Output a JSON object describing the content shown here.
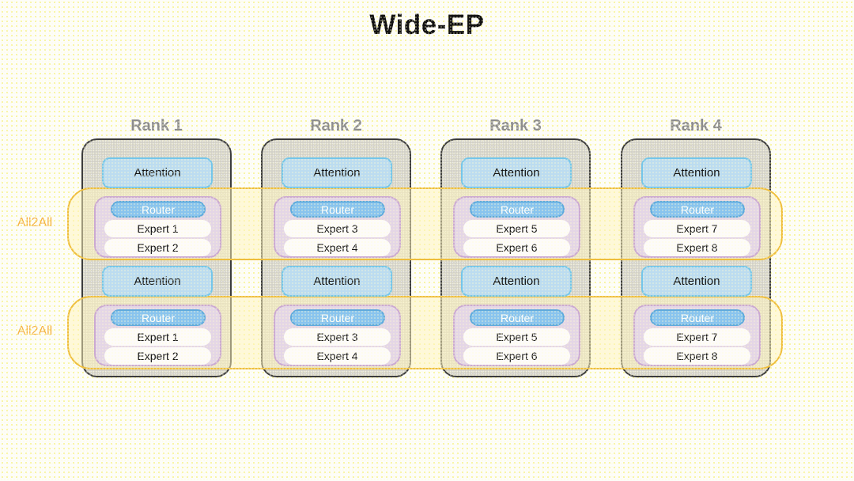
{
  "title": "Wide-EP",
  "labels": {
    "attention": "Attention",
    "router": "Router"
  },
  "bands": [
    {
      "label": "All2All"
    },
    {
      "label": "All2All"
    }
  ],
  "ranks": [
    {
      "label": "Rank 1",
      "experts": [
        "Expert 1",
        "Expert 2"
      ]
    },
    {
      "label": "Rank 2",
      "experts": [
        "Expert 3",
        "Expert 4"
      ]
    },
    {
      "label": "Rank 3",
      "experts": [
        "Expert 5",
        "Expert 6"
      ]
    },
    {
      "label": "Rank 4",
      "experts": [
        "Expert 7",
        "Expert 8"
      ]
    }
  ],
  "colors": {
    "title_text": "#121212",
    "rank_text": "#8D8D8D",
    "column_fill": "#D3D1C7",
    "column_border": "#3C3C3C",
    "attention_fill": "#BCDCF0",
    "attention_border": "#74C6EA",
    "moe_fill": "#E4D6E6",
    "moe_border": "#CBA9D2",
    "router_fill": "#89C4EE",
    "router_border": "#5FAADC",
    "expert_fill": "#FDFBF9",
    "band_fill": "rgba(255,243,185,0.5)",
    "band_border": "#EFBE3D",
    "all2all_text": "#F5B242"
  }
}
